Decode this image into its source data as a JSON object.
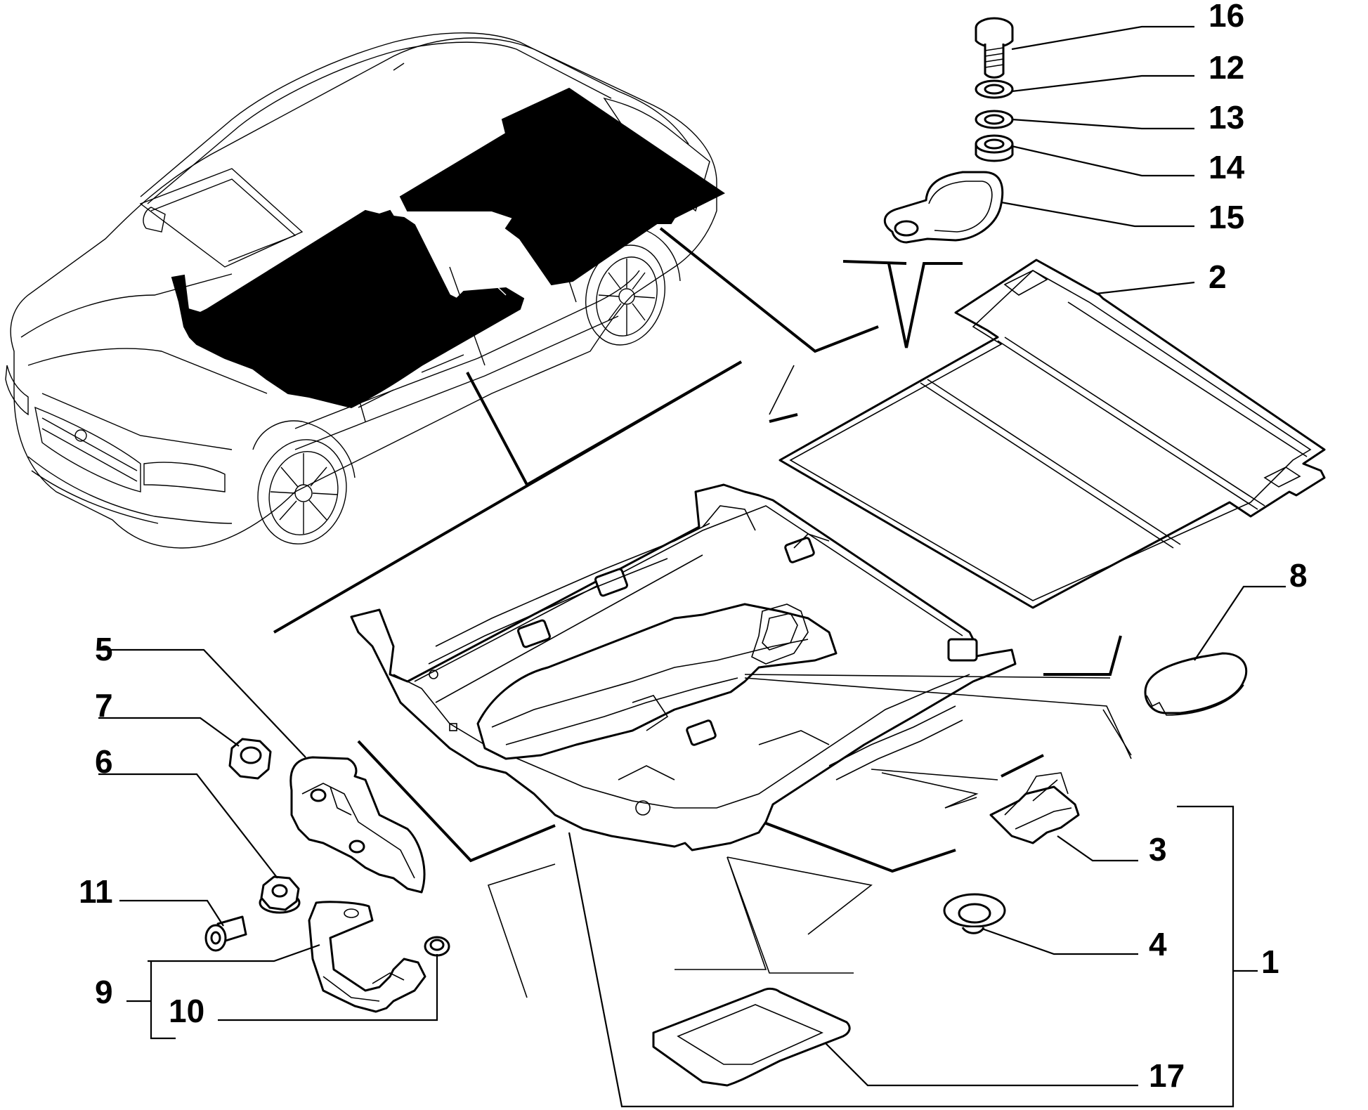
{
  "callouts": [
    {
      "id": "16",
      "label": "16"
    },
    {
      "id": "12",
      "label": "12"
    },
    {
      "id": "13",
      "label": "13"
    },
    {
      "id": "14",
      "label": "14"
    },
    {
      "id": "15",
      "label": "15"
    },
    {
      "id": "2",
      "label": "2"
    },
    {
      "id": "8",
      "label": "8"
    },
    {
      "id": "5",
      "label": "5"
    },
    {
      "id": "7",
      "label": "7"
    },
    {
      "id": "6",
      "label": "6"
    },
    {
      "id": "11",
      "label": "11"
    },
    {
      "id": "9",
      "label": "9"
    },
    {
      "id": "10",
      "label": "10"
    },
    {
      "id": "3",
      "label": "3"
    },
    {
      "id": "4",
      "label": "4"
    },
    {
      "id": "1",
      "label": "1"
    },
    {
      "id": "17",
      "label": "17"
    }
  ]
}
